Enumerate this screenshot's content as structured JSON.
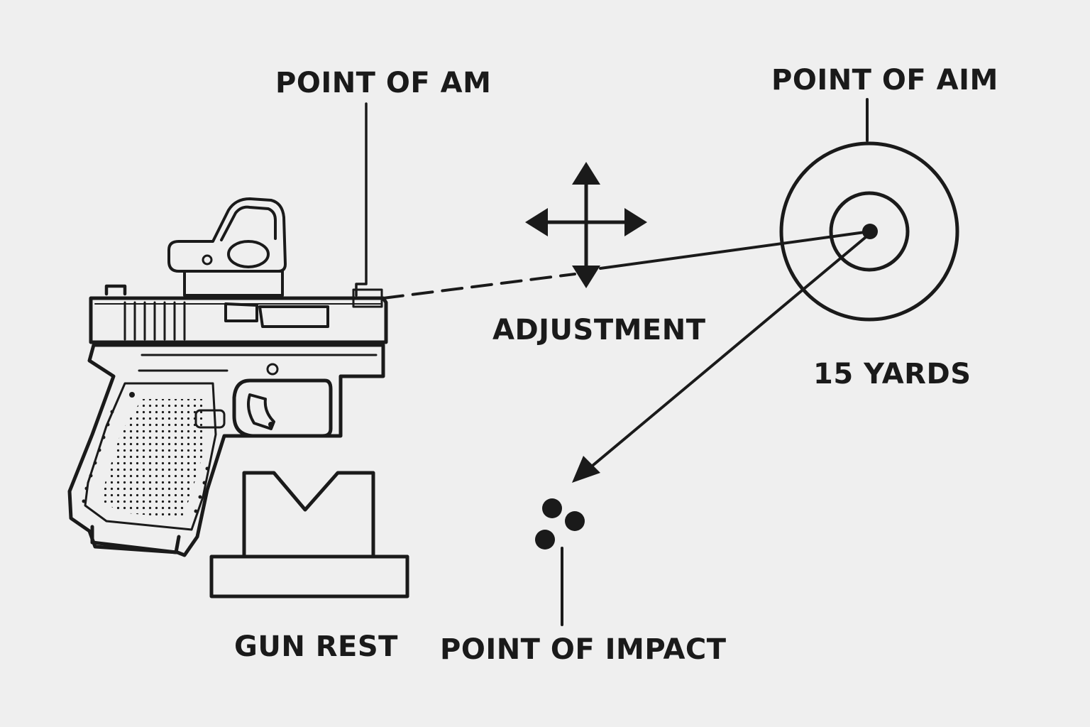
{
  "labels": {
    "point_of_aim_gun": "POINT OF AM",
    "point_of_aim_target": "POINT OF AIM",
    "adjustment": "ADJUSTMENT",
    "distance": "15 YARDS",
    "gun_rest": "GUN REST",
    "point_of_impact": "POINT OF IMPACT"
  },
  "colors": {
    "ink": "#1a1a1a",
    "paper": "#efefef"
  },
  "icons": {
    "adjustment": "four-way-arrow-icon",
    "target": "bullseye-target-icon",
    "impact": "bullet-hole-cluster-icon",
    "gun": "pistol-with-red-dot-sight-icon",
    "rest": "gun-rest-icon"
  }
}
